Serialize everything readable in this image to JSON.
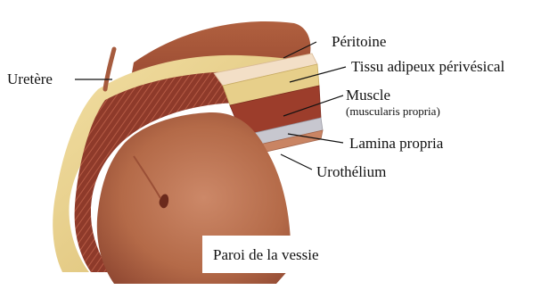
{
  "labels": {
    "ureter": "Uretère",
    "peritoneum": "Péritoine",
    "fat": "Tissu adipeux périvésical",
    "muscle": "Muscle",
    "muscle_sub": "(muscularis propria)",
    "lamina": "Lamina propria",
    "urothelium": "Urothélium",
    "bladder_wall": "Paroi de la vessie"
  },
  "colors": {
    "background": "#ffffff",
    "cavity_outer": "#a8583a",
    "cavity_inner": "#c98463",
    "muscle": "#8a3426",
    "muscle_light": "#b3604a",
    "fat": "#e7cf8a",
    "serosa": "#f3dfc7",
    "lamina": "#c7c7cf",
    "leader": "#111111"
  }
}
